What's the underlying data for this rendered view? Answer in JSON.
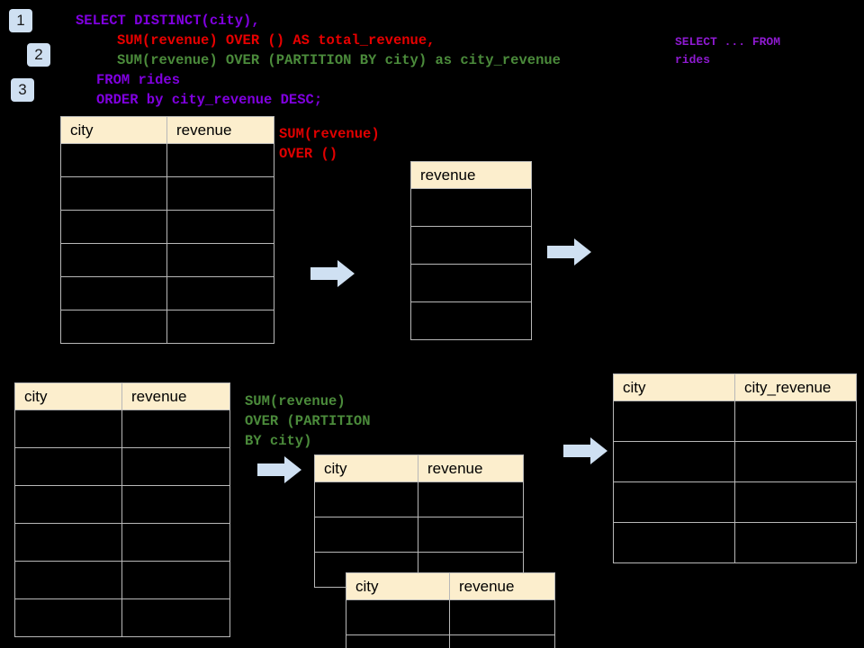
{
  "diagram": {
    "title": "SQL window function (OVER / PARTITION BY) data flow",
    "background_color": "#000000",
    "accent_arrow_color": "#cfe0f2",
    "header_fill_color": "#fceecd",
    "border_color": "#b8b8b8"
  },
  "badges": [
    {
      "label": "1"
    },
    {
      "label": "2"
    },
    {
      "label": "3"
    }
  ],
  "sql": {
    "lines": [
      {
        "text": "SELECT DISTINCT(city),",
        "color": "#8000e0"
      },
      {
        "text": "SUM(revenue) OVER () AS total_revenue,",
        "color": "#e80000"
      },
      {
        "text": "SUM(revenue) OVER (PARTITION BY city) as city_revenue",
        "color": "#4b8b3b"
      },
      {
        "text": "FROM rides",
        "color": "#8000e0"
      },
      {
        "text": "ORDER by city_revenue DESC;",
        "color": "#8000e0"
      }
    ]
  },
  "annotations": {
    "select_from_rides": "SELECT ... FROM\nrides",
    "sum_over_empty": "SUM(revenue)\nOVER ()",
    "sum_over_partition": "SUM(revenue)\nOVER (PARTITION\nBY city)"
  },
  "tables": [
    {
      "id": "rides-source-top",
      "columns": [
        "city",
        "revenue"
      ],
      "row_count": 6,
      "rows": [
        [
          "",
          ""
        ],
        [
          "",
          ""
        ],
        [
          "",
          ""
        ],
        [
          "",
          ""
        ],
        [
          "",
          ""
        ],
        [
          "",
          ""
        ]
      ]
    },
    {
      "id": "total-revenue",
      "columns": [
        "revenue"
      ],
      "row_count": 4,
      "rows": [
        [
          ""
        ],
        [
          ""
        ],
        [
          ""
        ],
        [
          ""
        ]
      ]
    },
    {
      "id": "rides-source-bottom",
      "columns": [
        "city",
        "revenue"
      ],
      "row_count": 6,
      "rows": [
        [
          "",
          ""
        ],
        [
          "",
          ""
        ],
        [
          "",
          ""
        ],
        [
          "",
          ""
        ],
        [
          "",
          ""
        ],
        [
          "",
          ""
        ]
      ]
    },
    {
      "id": "partition-back",
      "columns": [
        "city",
        "revenue"
      ],
      "row_count": 3,
      "rows": [
        [
          "",
          ""
        ],
        [
          "",
          ""
        ],
        [
          "",
          ""
        ]
      ]
    },
    {
      "id": "partition-front",
      "columns": [
        "city",
        "revenue"
      ],
      "row_count": 2,
      "rows": [
        [
          "",
          ""
        ],
        [
          "",
          ""
        ]
      ]
    },
    {
      "id": "city-revenue-result",
      "columns": [
        "city",
        "city_revenue"
      ],
      "row_count": 4,
      "rows": [
        [
          "",
          ""
        ],
        [
          "",
          ""
        ],
        [
          "",
          ""
        ],
        [
          "",
          ""
        ]
      ]
    }
  ],
  "arrows": [
    {
      "id": "arrow-top-1"
    },
    {
      "id": "arrow-top-2"
    },
    {
      "id": "arrow-bottom-1"
    },
    {
      "id": "arrow-bottom-2"
    }
  ]
}
